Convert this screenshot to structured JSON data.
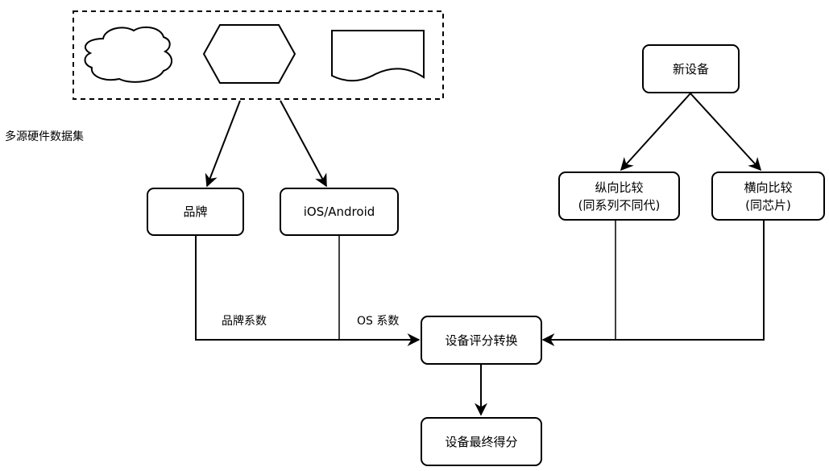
{
  "diagram": {
    "source_group_label": "多源硬件数据集",
    "source_group_icons": [
      "cloud-shape",
      "hexagon-shape",
      "document-shape"
    ],
    "nodes": {
      "brand": "品牌",
      "os": "iOS/Android",
      "new_device": "新设备",
      "vertical_compare": {
        "line1": "纵向比较",
        "line2": "(同系列不同代)"
      },
      "horizontal_compare": {
        "line1": "横向比较",
        "line2": "(同芯片)"
      },
      "score_conversion": "设备评分转换",
      "final_score": "设备最终得分"
    },
    "edge_labels": {
      "brand_coefficient": "品牌系数",
      "os_coefficient": "OS 系数"
    }
  }
}
